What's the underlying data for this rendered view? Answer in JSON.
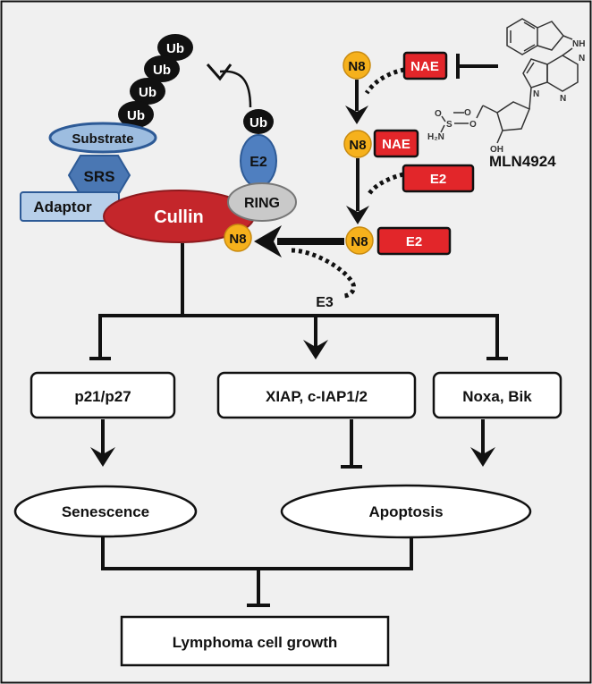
{
  "colors": {
    "background": "#f0f0f0",
    "black": "#111111",
    "red_box": "#e2262a",
    "cullin_red": "#c4262b",
    "n8_yellow": "#f6b11c",
    "e2_blue": "#4f7fc0",
    "substrate_blue": "#9dbde0",
    "srs_blue": "#4a77b3",
    "adaptor_blue": "#b7cfe9",
    "ring_gray": "#c9c9c9"
  },
  "complex": {
    "ub_chain": [
      "Ub",
      "Ub",
      "Ub",
      "Ub"
    ],
    "ub_e2": "Ub",
    "substrate": "Substrate",
    "srs": "SRS",
    "adaptor": "Adaptor",
    "cullin": "Cullin",
    "e2": "E2",
    "ring": "RING",
    "n8": "N8"
  },
  "neddylation": {
    "n8_top": "N8",
    "nae_top": "NAE",
    "n8_mid": "N8",
    "nae_mid": "NAE",
    "e2_side": "E2",
    "n8_bottom": "N8",
    "e2_bottom": "E2",
    "e3": "E3",
    "inhibitor": "MLN4924",
    "structure_labels": {
      "nh": "NH",
      "n_top": "N",
      "n_bottom": "N",
      "n_ring": "N",
      "h2n": "H₂N",
      "s": "S",
      "o_left": "O",
      "o_ether": "O",
      "o_top": "O",
      "oh": "OH"
    }
  },
  "targets": {
    "p21": "p21/p27",
    "xiap": "XIAP, c-IAP1/2",
    "noxa": "Noxa, Bik"
  },
  "outcomes": {
    "senescence": "Senescence",
    "apoptosis": "Apoptosis",
    "growth": "Lymphoma cell growth"
  }
}
